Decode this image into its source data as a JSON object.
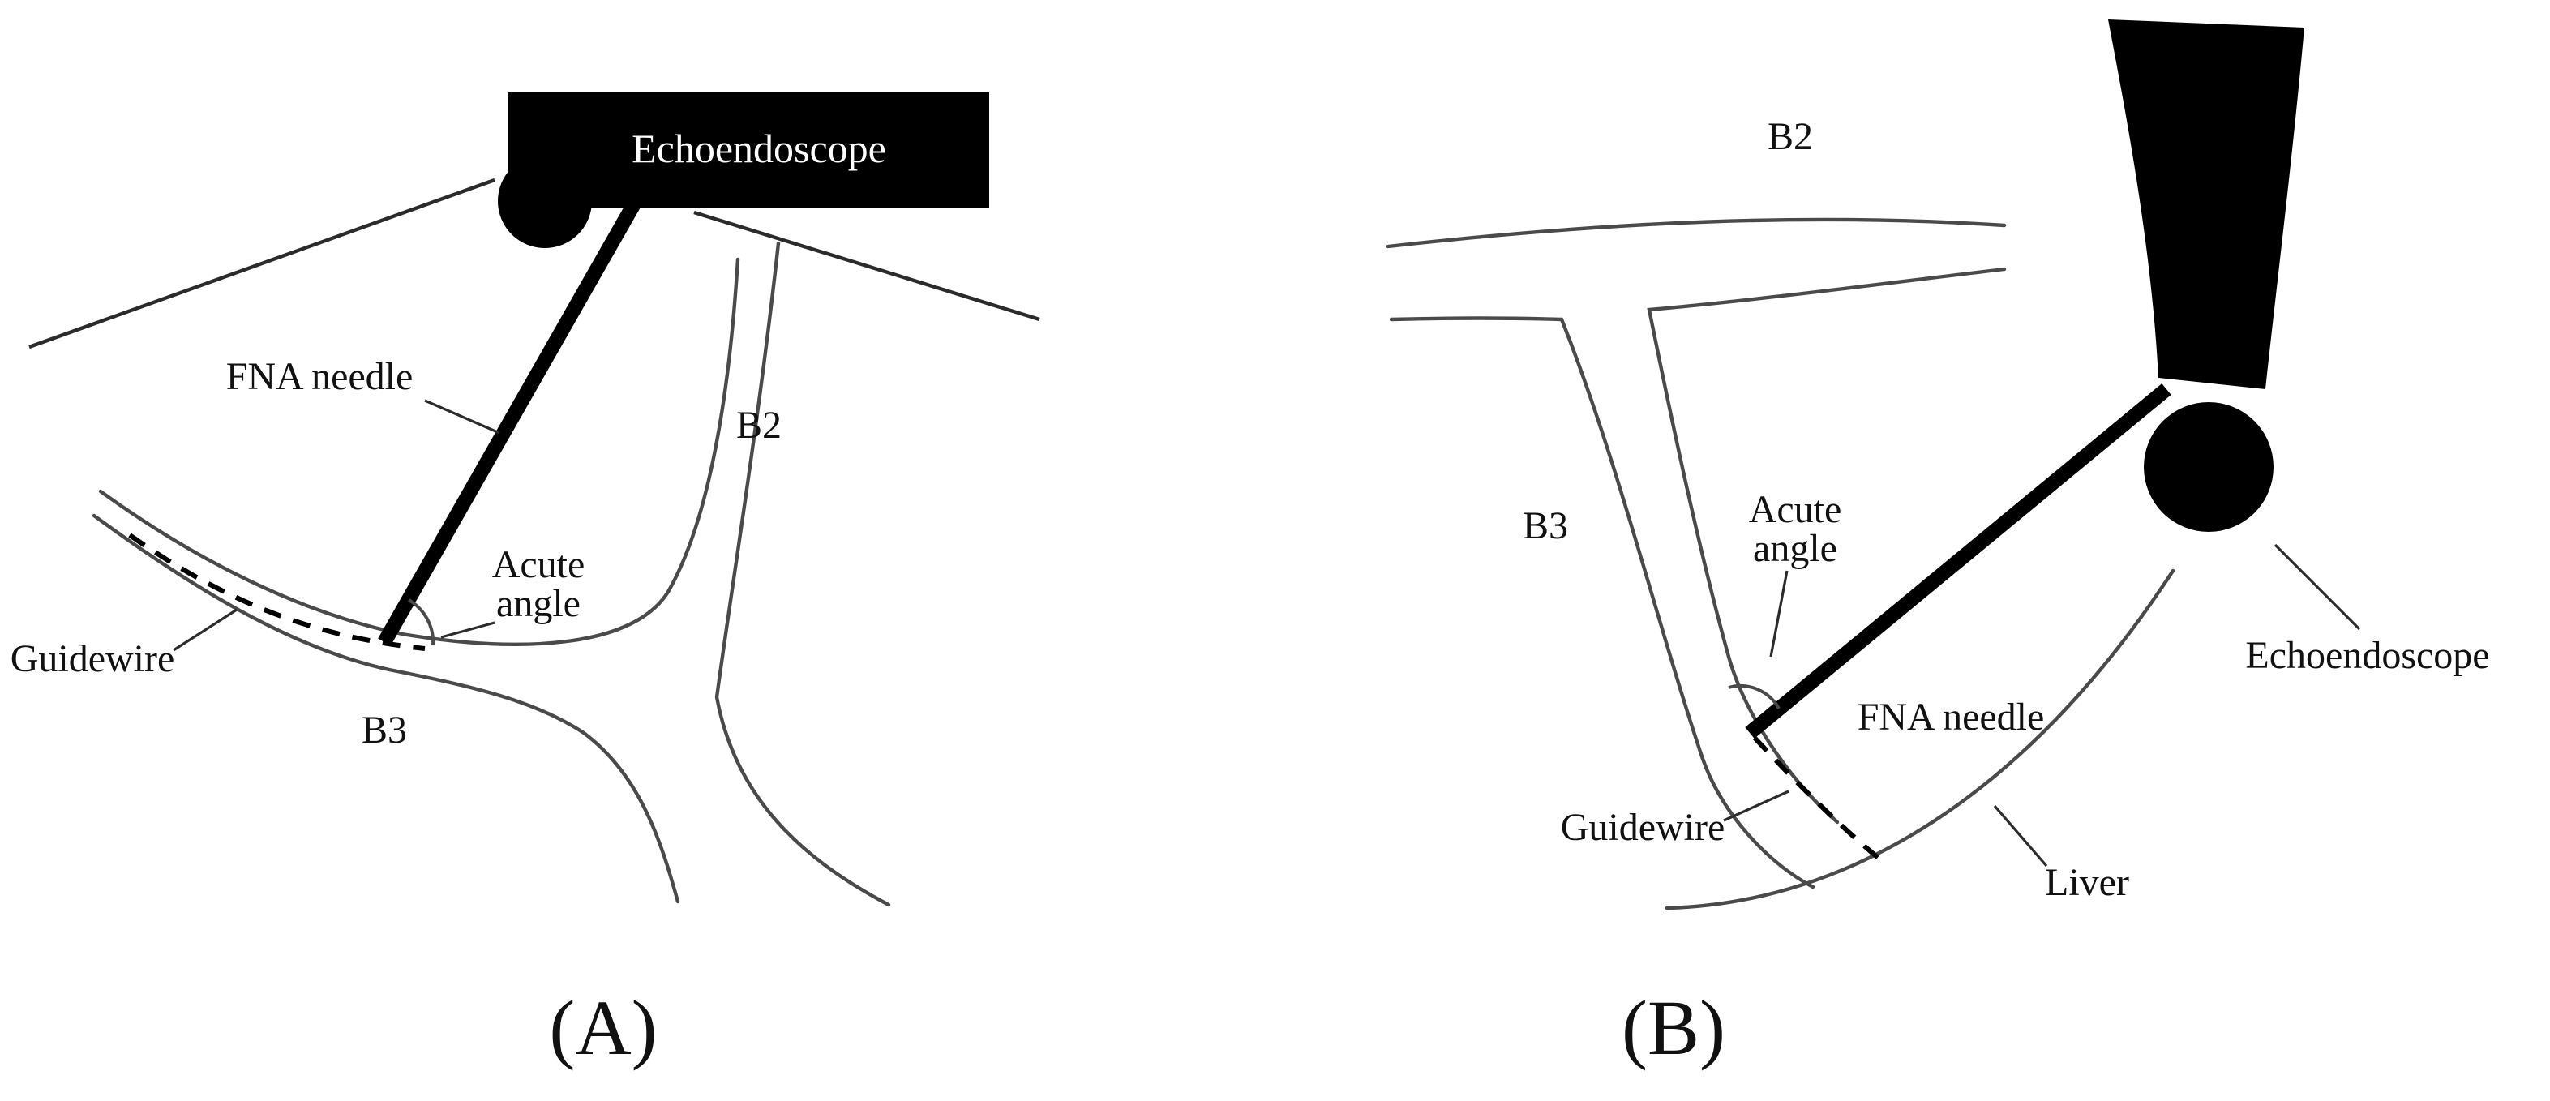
{
  "figure": {
    "type": "medical-schematic",
    "background_color": "#ffffff",
    "ink_color": "#000000",
    "outline_color": "#4a4a4a"
  },
  "panelA": {
    "caption": "(A)",
    "labels": {
      "echoendoscope": "Echoendoscope",
      "fna_needle": "FNA needle",
      "acute_angle_line1": "Acute",
      "acute_angle_line2": "angle",
      "guidewire": "Guidewire",
      "b2": "B2",
      "b3": "B3"
    }
  },
  "panelB": {
    "caption": "(B)",
    "labels": {
      "echoendoscope": "Echoendoscope",
      "fna_needle": "FNA needle",
      "acute_angle_line1": "Acute",
      "acute_angle_line2": "angle",
      "guidewire": "Guidewire",
      "b2": "B2",
      "b3": "B3",
      "liver": "Liver"
    }
  }
}
